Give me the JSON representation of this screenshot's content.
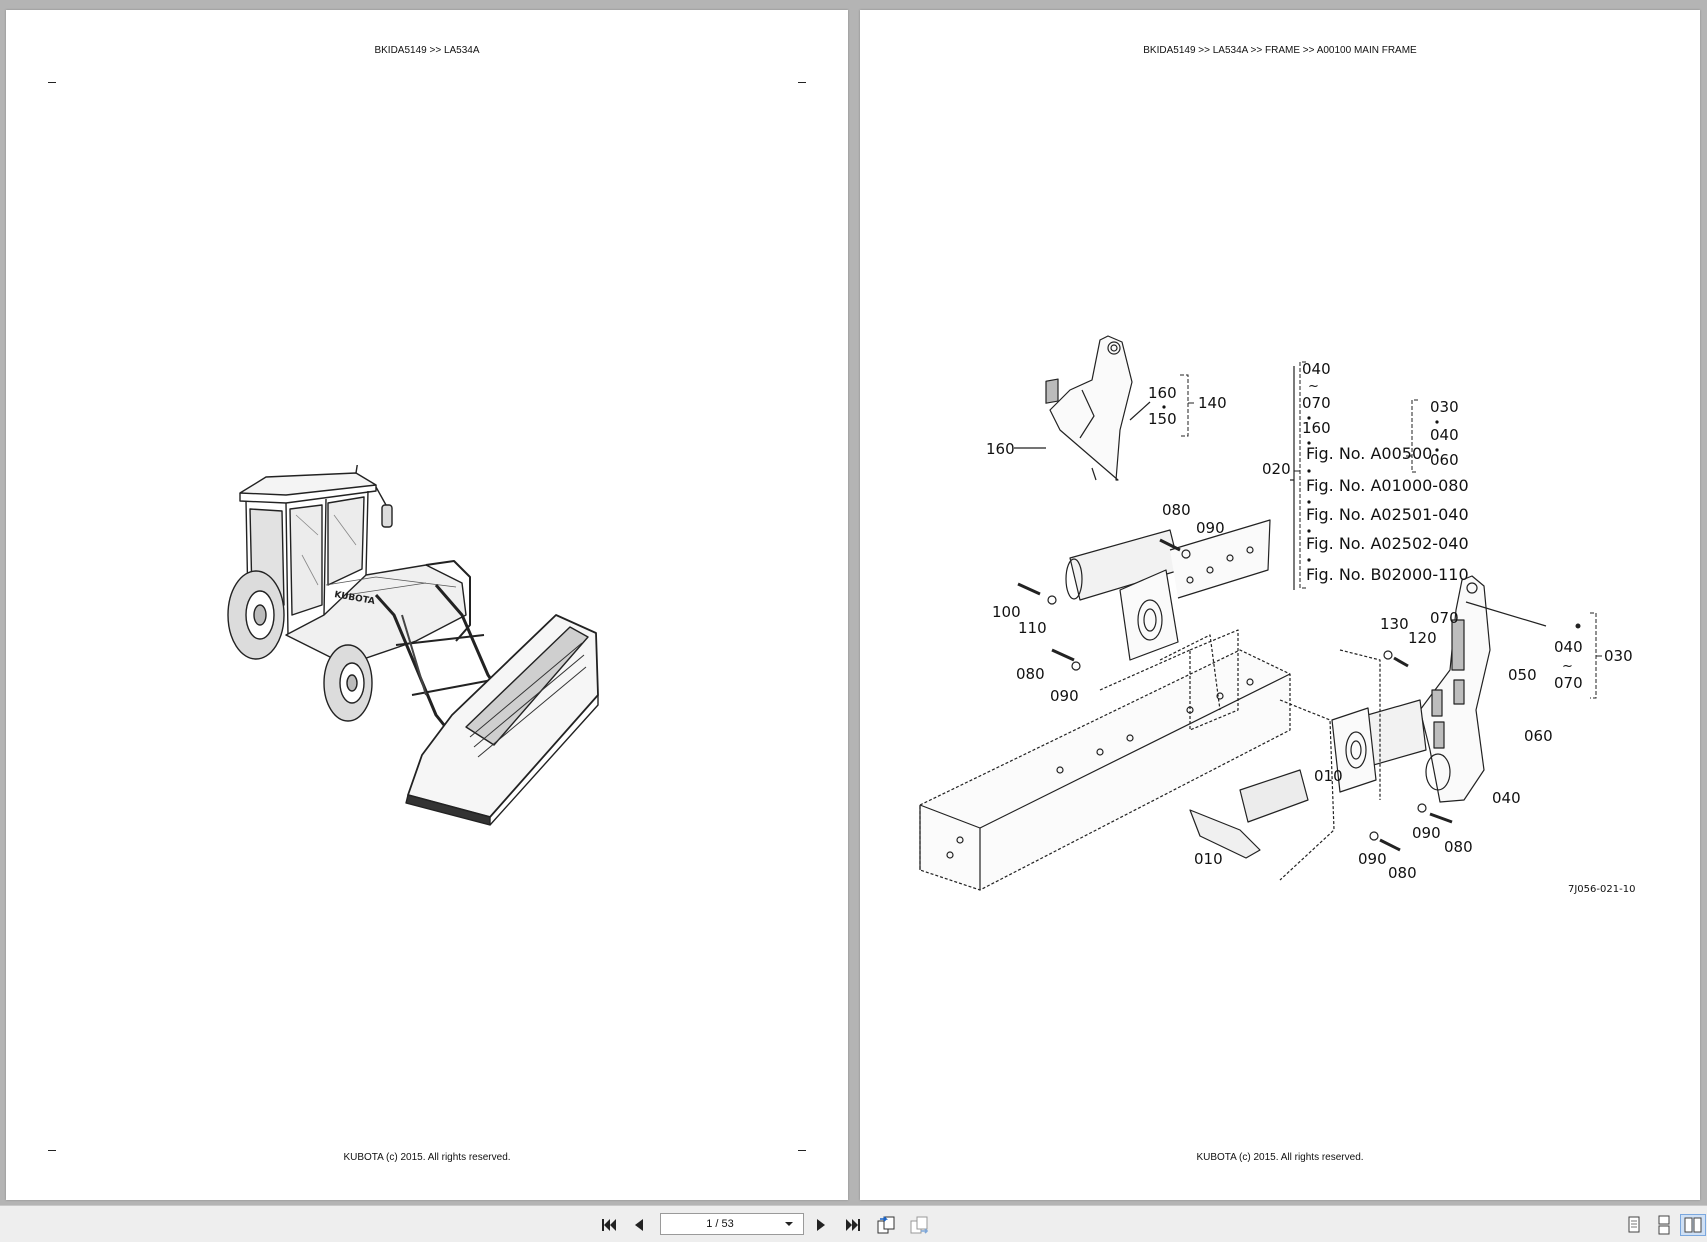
{
  "left_page": {
    "header": "BKIDA5149 >> LA534A",
    "footer": "KUBOTA (c) 2015. All rights reserved."
  },
  "right_page": {
    "header": "BKIDA5149 >> LA534A >> FRAME >> A00100   MAIN FRAME",
    "footer": "KUBOTA (c) 2015. All rights reserved.",
    "diagram": {
      "drawing_code": "7J056-021-10",
      "callouts": {
        "c160a": "160",
        "c150": "150",
        "c140": "140",
        "c160b": "160",
        "c080a": "080",
        "c090a": "090",
        "c100": "100",
        "c110": "110",
        "c080b": "080",
        "c090b": "090",
        "c020": "020",
        "c010a": "010",
        "c010b": "010",
        "c130": "130",
        "c120": "120",
        "c070": "070",
        "c050": "050",
        "c060": "060",
        "c040": "040",
        "c090c": "090",
        "c080c": "080",
        "c090d": "090",
        "c080d": "080",
        "c040r": "040",
        "c070r": "070",
        "c030r": "030"
      },
      "ref_list": {
        "r040": "040",
        "r070": "070",
        "r160": "160",
        "s030": "030",
        "s040": "040",
        "s060": "060",
        "fig1": "Fig. No. A00500",
        "fig2": "Fig. No. A01000-080",
        "fig3": "Fig. No. A02501-040",
        "fig4": "Fig. No. A02502-040",
        "fig5": "Fig. No. B02000-110"
      }
    }
  },
  "toolbar": {
    "page_indicator": "1 / 53",
    "icons": [
      "first-page-icon",
      "previous-page-icon",
      "next-page-icon",
      "last-page-icon",
      "go-back-view-icon",
      "go-forward-view-icon",
      "single-page-view-icon",
      "continuous-view-icon",
      "two-page-view-icon"
    ]
  }
}
